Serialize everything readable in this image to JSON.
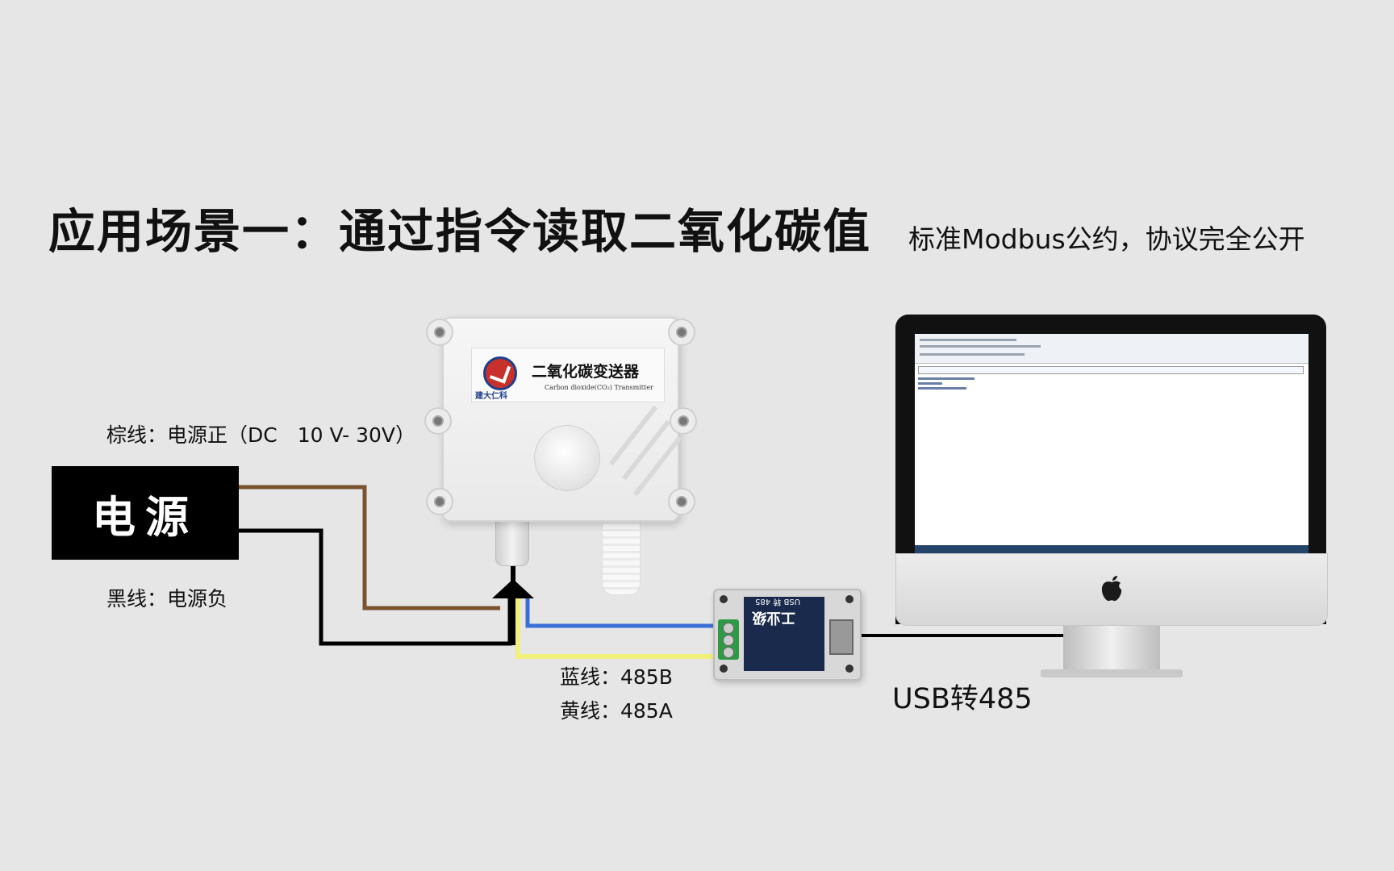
{
  "title": "应用场景一：通过指令读取二氧化碳值",
  "protocol_note": "标准Modbus公约，协议完全公开",
  "power_supply": {
    "label": "电源"
  },
  "wires": {
    "brown": "棕线：电源正（DC　10 V- 30V）",
    "black": "黑线：电源负",
    "blue": "蓝线：485B",
    "yellow": "黄线：485A"
  },
  "usb_converter": {
    "caption": "USB转485",
    "label_title": "工业级",
    "label_sub": "USB 转 485"
  },
  "transmitter": {
    "brand": "建大仁科",
    "name": "二氧化碳变送器",
    "name_en": "Carbon dioxide(CO₂) Transmitter"
  },
  "colors": {
    "brown_wire": "#7a5230",
    "black_wire": "#000000",
    "blue_wire": "#3c6fd6",
    "yellow_wire": "#f0f07a",
    "background": "#e6e6e6"
  }
}
